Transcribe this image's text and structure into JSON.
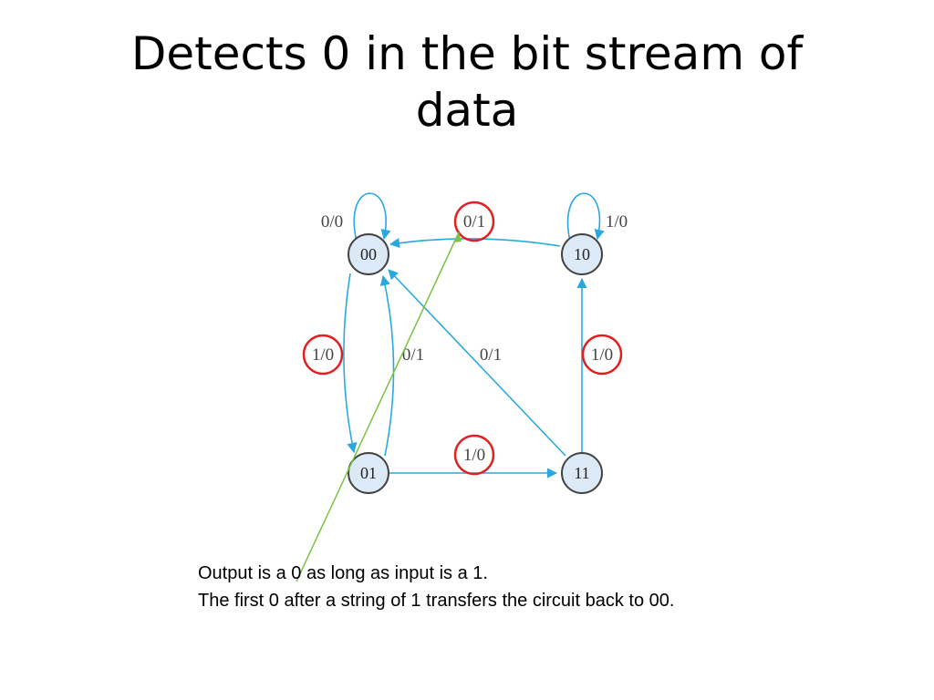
{
  "slide": {
    "title_lines": [
      "Detects 0 in the bit stream of",
      "data"
    ],
    "caption_lines": [
      "Output is a 0 as long as input is a 1.",
      "The first 0 after a string of 1 transfers the circuit back to 00."
    ]
  },
  "diagram": {
    "states": [
      "00",
      "10",
      "01",
      "11"
    ],
    "transitions": {
      "self_00": "0/0",
      "t_10_00": "0/1",
      "self_10": "1/0",
      "t_00_01": "1/0",
      "t_01_00": "0/1",
      "t_11_00": "0/1",
      "t_11_10": "1/0",
      "t_01_11": "1/0"
    },
    "colors": {
      "edge": "#29a8e0",
      "state_fill": "#dce9f6",
      "highlight_circle": "#e02020",
      "pointer_line": "#7dc242"
    }
  }
}
